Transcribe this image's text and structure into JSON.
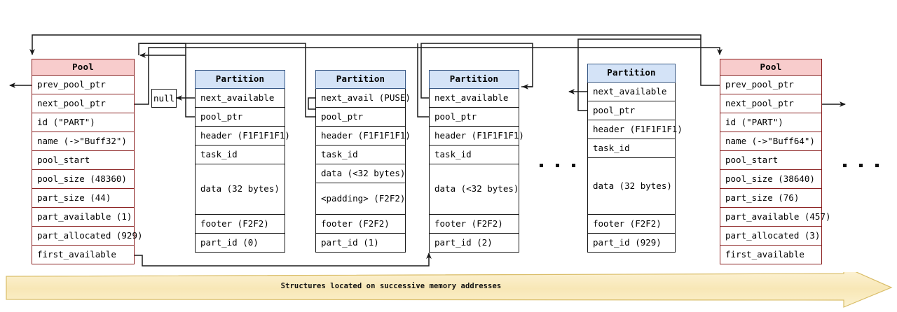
{
  "diagram": {
    "banner_text": "Structures located on successive memory addresses",
    "null_label": "null",
    "ellipsis_dots": [
      "",
      "",
      ""
    ],
    "colors": {
      "pool_header_fill": "#f8cccc",
      "pool_border": "#8a1f1f",
      "partition_header_fill": "#d4e3f7",
      "partition_header_border": "#3a5a86",
      "partition_border": "#1a1a1a",
      "banner_fill": "#faeec8",
      "banner_border": "#d6b860",
      "wire_color": "#1a1a1a"
    }
  },
  "pools": [
    {
      "title": "Pool",
      "rows": [
        "prev_pool_ptr",
        "next_pool_ptr",
        "id (\"PART\")",
        "name (->\"Buff32\")",
        "pool_start",
        "pool_size (48360)",
        "part_size (44)",
        "part_available (1)",
        "part_allocated (929)",
        "first_available"
      ]
    },
    {
      "title": "Pool",
      "rows": [
        "prev_pool_ptr",
        "next_pool_ptr",
        "id (\"PART\")",
        "name (->\"Buff64\")",
        "pool_start",
        "pool_size (38640)",
        "part_size (76)",
        "part_available (457)",
        "part_allocated (3)",
        "first_available"
      ]
    }
  ],
  "partitions": [
    {
      "title": "Partition",
      "rows": [
        "next_available",
        "pool_ptr",
        "header (F1F1F1F1)",
        "task_id",
        "data (32 bytes)",
        "footer (F2F2)",
        "part_id (0)"
      ]
    },
    {
      "title": "Partition",
      "rows": [
        "next_avail (PUSE)",
        "pool_ptr",
        "header (F1F1F1F1)",
        "task_id",
        "data (<32 bytes)",
        "<padding> (F2F2)",
        "footer (F2F2)",
        "part_id (1)"
      ]
    },
    {
      "title": "Partition",
      "rows": [
        "next_available",
        "pool_ptr",
        "header (F1F1F1F1)",
        "task_id",
        "data (<32 bytes)",
        "footer (F2F2)",
        "part_id (2)"
      ]
    },
    {
      "title": "Partition",
      "rows": [
        "next_available",
        "pool_ptr",
        "header (F1F1F1F1)",
        "task_id",
        "data (32 bytes)",
        "footer (F2F2)",
        "part_id (929)"
      ]
    }
  ]
}
